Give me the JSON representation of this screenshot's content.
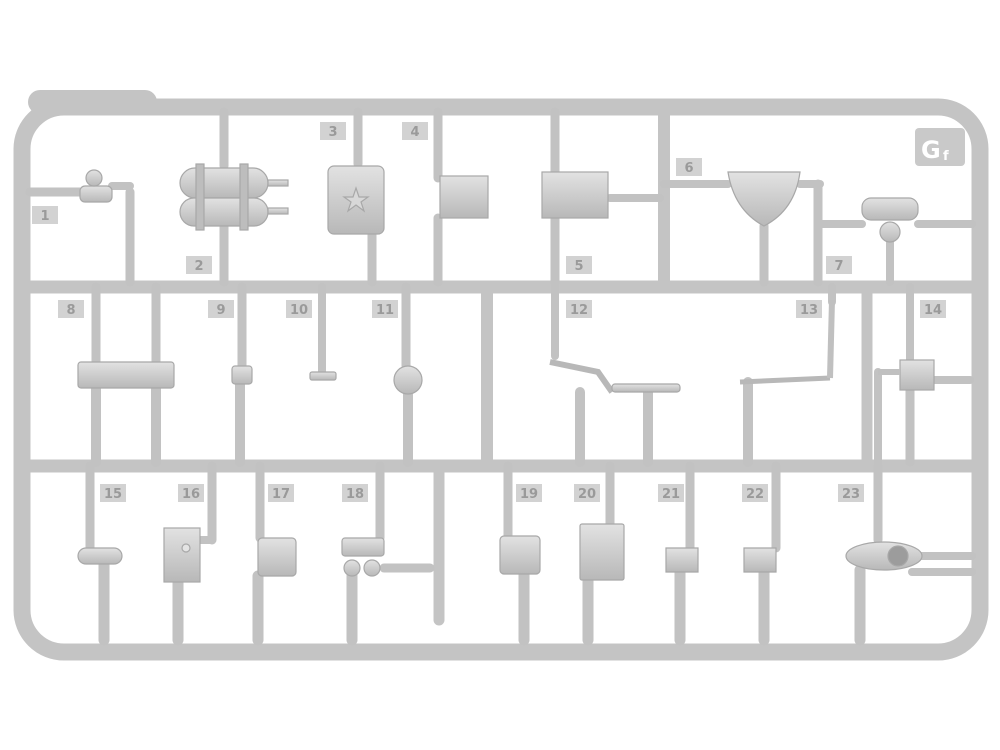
{
  "sprue": {
    "letter": "G",
    "letter_suffix": "f",
    "part_numbers": [
      "1",
      "2",
      "3",
      "4",
      "5",
      "6",
      "7",
      "8",
      "9",
      "10",
      "11",
      "12",
      "13",
      "14",
      "15",
      "16",
      "17",
      "18",
      "19",
      "20",
      "21",
      "22",
      "23"
    ]
  },
  "colors": {
    "plastic": "#c4c4c4",
    "plastic_shade": "#a9a9a9",
    "plastic_light": "#dedede",
    "tag_bg": "#d2d2d2"
  }
}
